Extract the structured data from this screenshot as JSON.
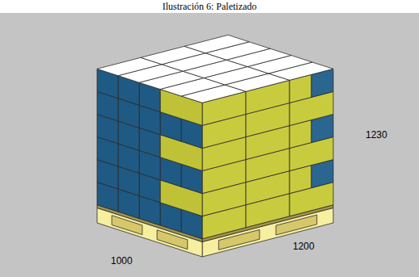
{
  "diagram": {
    "title": "Ilustración 6: Paletizado",
    "labels": [
      "1230",
      "1000",
      "1200"
    ]
  }
}
